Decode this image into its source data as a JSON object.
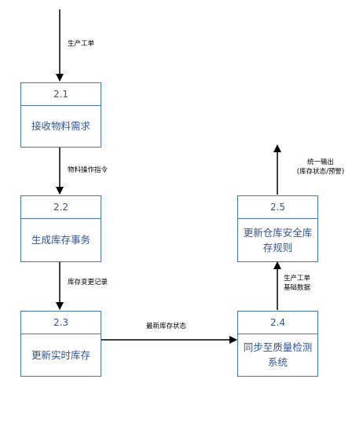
{
  "processes": [
    {
      "id": "2.1",
      "name": "接收物料需求"
    },
    {
      "id": "2.2",
      "name": "生成库存事务"
    },
    {
      "id": "2.3",
      "name": "更新实时库存"
    },
    {
      "id": "2.4",
      "name": "同步至质量检测系统"
    },
    {
      "id": "2.5",
      "name": "更新仓库安全库存规则"
    }
  ],
  "flows": {
    "input": "生产工单",
    "f_21_22": "物料操作指令",
    "f_22_23": "库存变更记录",
    "f_23_24": "最新库存状态",
    "f_24_25_line1": "生产工单",
    "f_24_25_line2": "基础数据",
    "output_line1": "统一输出",
    "output_line2": "(库存状态/预警)"
  },
  "colors": {
    "box_border": "#4472c4",
    "box_text": "#2f5597",
    "arrow": "#000000"
  }
}
